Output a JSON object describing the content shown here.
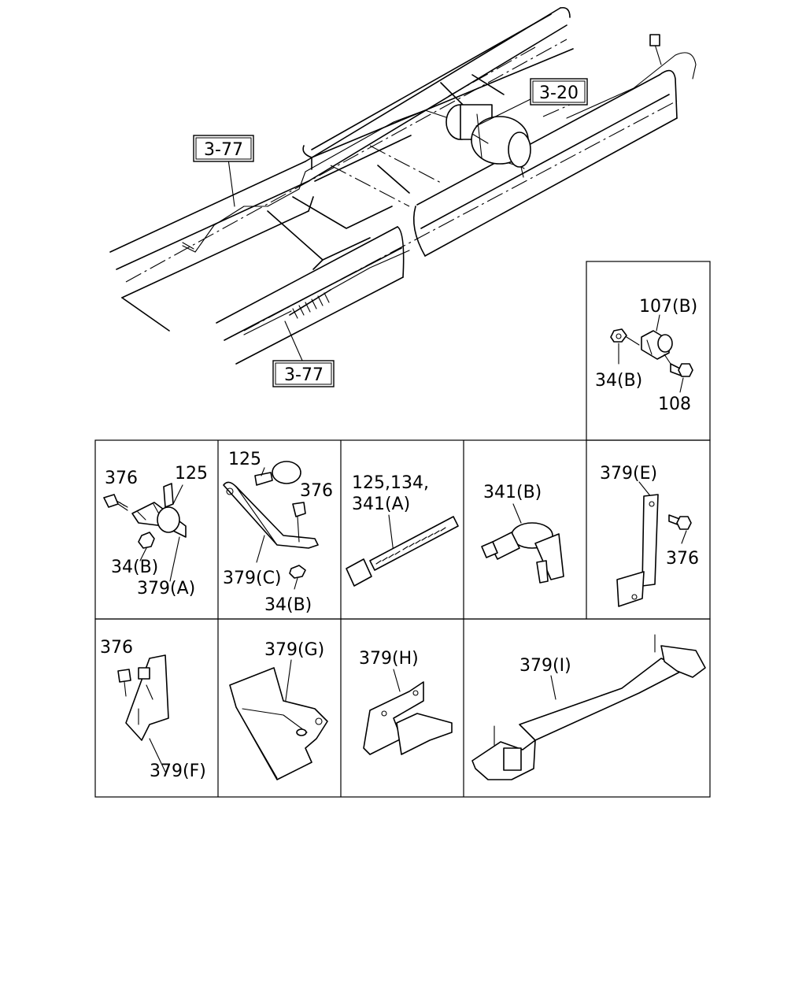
{
  "refs": {
    "ref_3_20": "3-20",
    "ref_3_77_upper": "3-77",
    "ref_3_77_lower": "3-77"
  },
  "panels": {
    "p1": {
      "labels": [
        "107(B)",
        "34(B)",
        "108"
      ]
    },
    "p2": {
      "labels": [
        "376",
        "125",
        "34(B)",
        "379(A)"
      ]
    },
    "p3": {
      "labels": [
        "125",
        "376",
        "379(C)",
        "34(B)"
      ]
    },
    "p4": {
      "labels": [
        "125,134,",
        "341(A)"
      ]
    },
    "p5": {
      "labels": [
        "341(B)"
      ]
    },
    "p6": {
      "labels": [
        "379(E)",
        "376"
      ]
    },
    "p7": {
      "labels": [
        "376",
        "379(F)"
      ]
    },
    "p8": {
      "labels": [
        "379(G)"
      ]
    },
    "p9": {
      "labels": [
        "379(H)"
      ]
    },
    "p10": {
      "labels": [
        "379(I)"
      ]
    }
  }
}
